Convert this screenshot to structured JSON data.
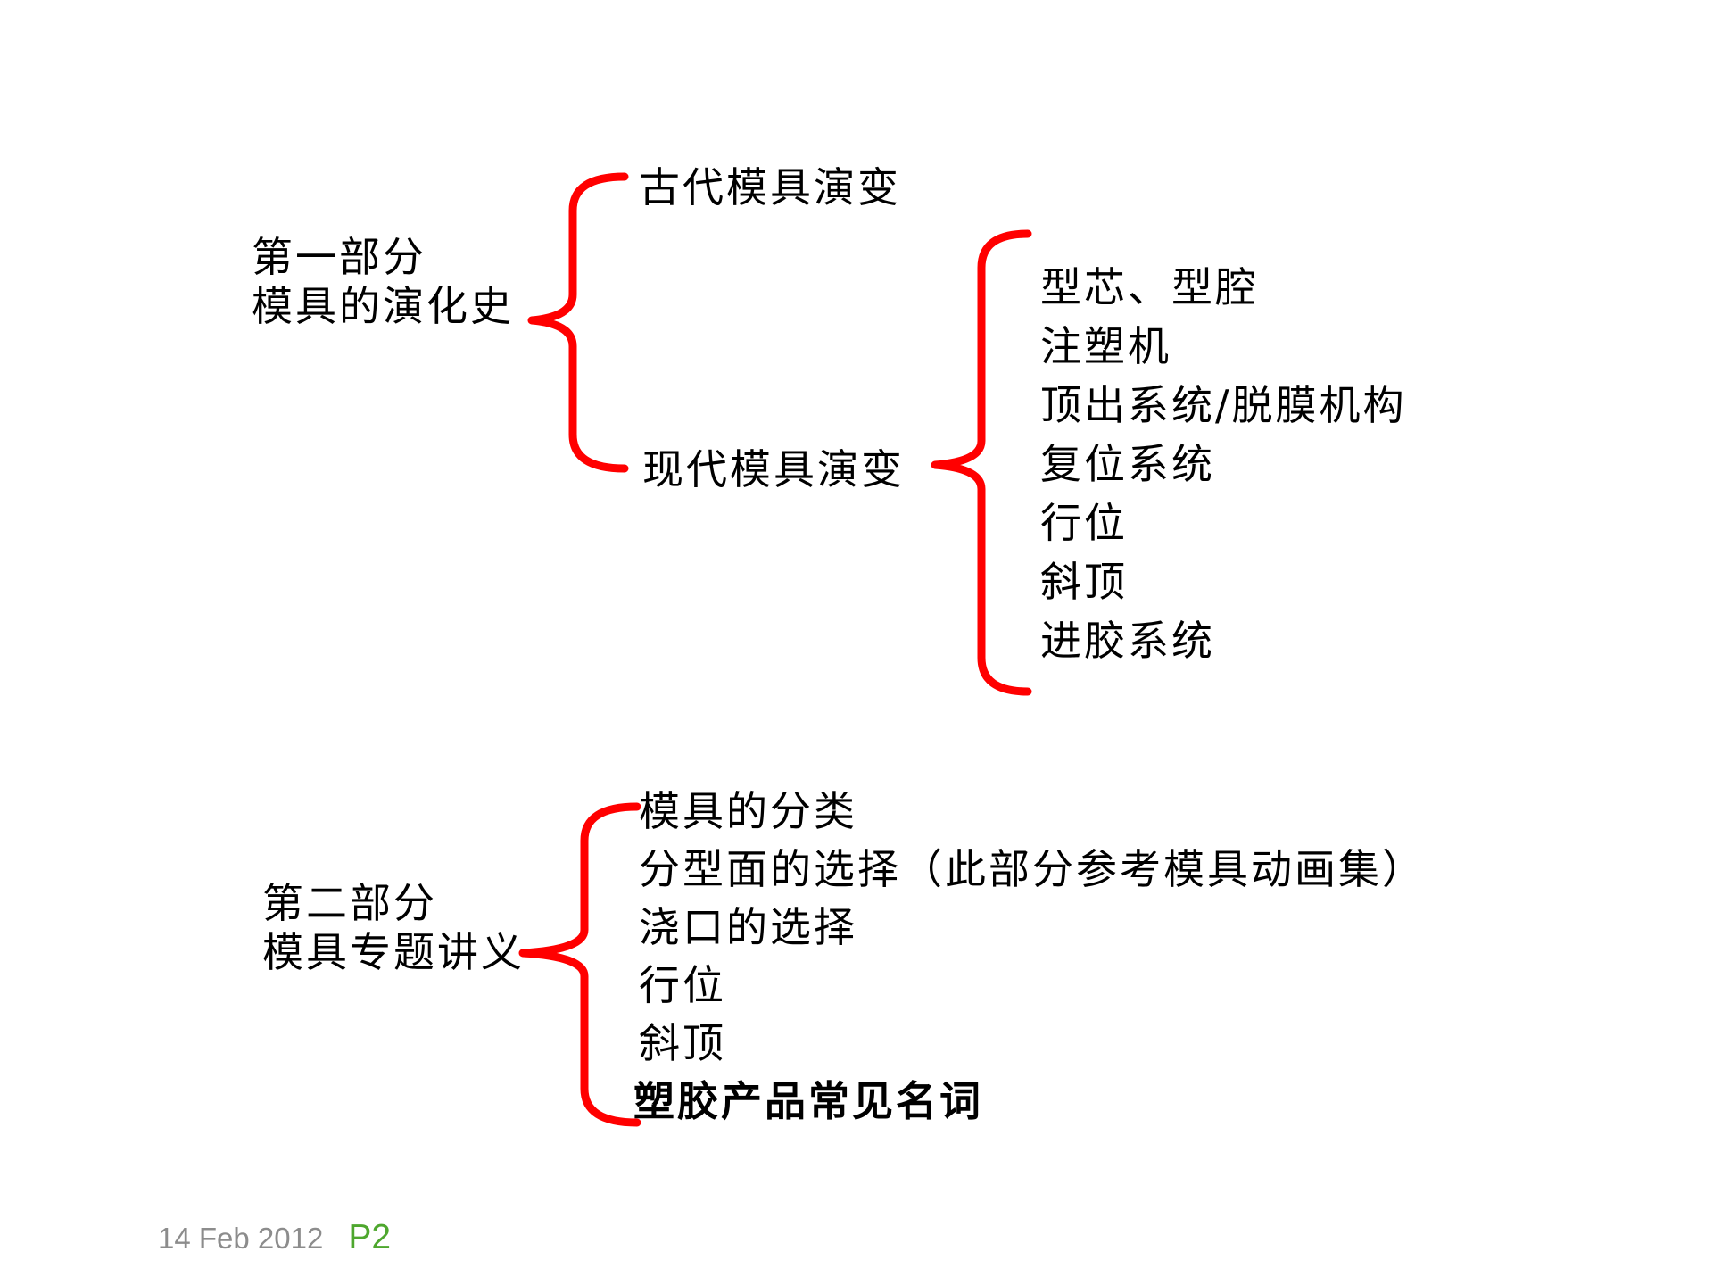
{
  "slide": {
    "background_color": "#ffffff",
    "brace_color": "#ff0000",
    "text_color": "#000000",
    "part1": {
      "label_line1": "第一部分",
      "label_line2": "模具的演化史",
      "branch_top": "古代模具演变",
      "branch_bottom": "现代模具演变",
      "sub_items": [
        "型芯、型腔",
        "注塑机",
        "顶出系统/脱膜机构",
        "复位系统",
        "行位",
        "斜顶",
        "进胶系统"
      ]
    },
    "part2": {
      "label_line1": "第二部分",
      "label_line2": "模具专题讲义",
      "items": [
        "模具的分类",
        "分型面的选择（此部分参考模具动画集）",
        "浇口的选择",
        "行位",
        "斜顶"
      ],
      "bold_item": "塑胶产品常见名词"
    },
    "footer": {
      "date": "14 Feb 2012",
      "page": "P2",
      "date_color": "#8c8c8c",
      "page_color": "#4ea72e"
    }
  }
}
